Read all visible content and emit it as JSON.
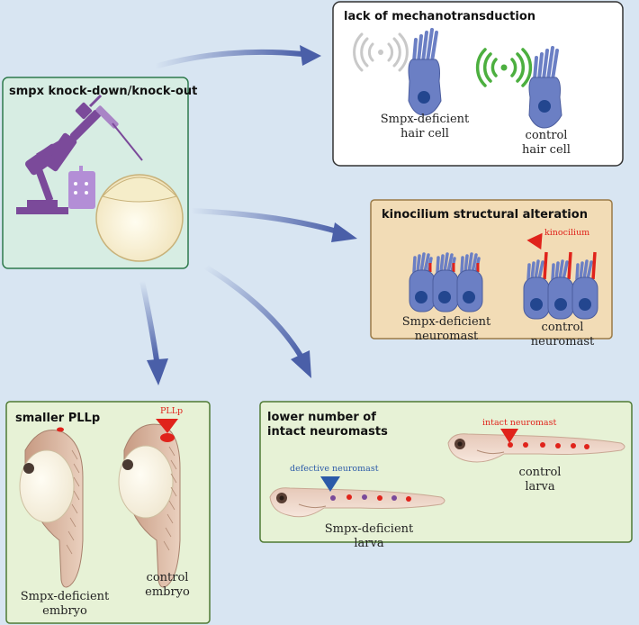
{
  "panels": {
    "knockdown": {
      "title": "smpx knock-down/knock-out"
    },
    "mechano": {
      "title": "lack of mechanotransduction",
      "deficient_label": "Smpx-deficient\nhair cell",
      "control_label": "control\nhair cell"
    },
    "kinocilium": {
      "title": "kinocilium structural alteration",
      "annotation": "kinocilium",
      "deficient_label": "Smpx-deficient\nneuromast",
      "control_label": "control\nneuromast"
    },
    "pllp": {
      "title": "smaller PLLp",
      "annotation": "PLLp",
      "deficient_label": "Smpx-deficient\nembryo",
      "control_label": "control\nembryo"
    },
    "neuromasts": {
      "title": "lower number of\nintact neuromasts",
      "intact_annotation": "intact neuromast",
      "defective_annotation": "defective neuromast",
      "deficient_label": "Smpx-deficient\nlarva",
      "control_label": "control\nlarva"
    }
  },
  "colors": {
    "background": "#d8e5f2",
    "knockdown_panel": "#d7ede3",
    "kinocilium_panel": "#f2dcb6",
    "green_panel": "#e7f2d6",
    "arrow": "#4a5fa8",
    "cell": "#6b7fc4",
    "nucleus": "#23468f",
    "highlight_red": "#e0231b",
    "signal_green": "#4caf3f"
  }
}
